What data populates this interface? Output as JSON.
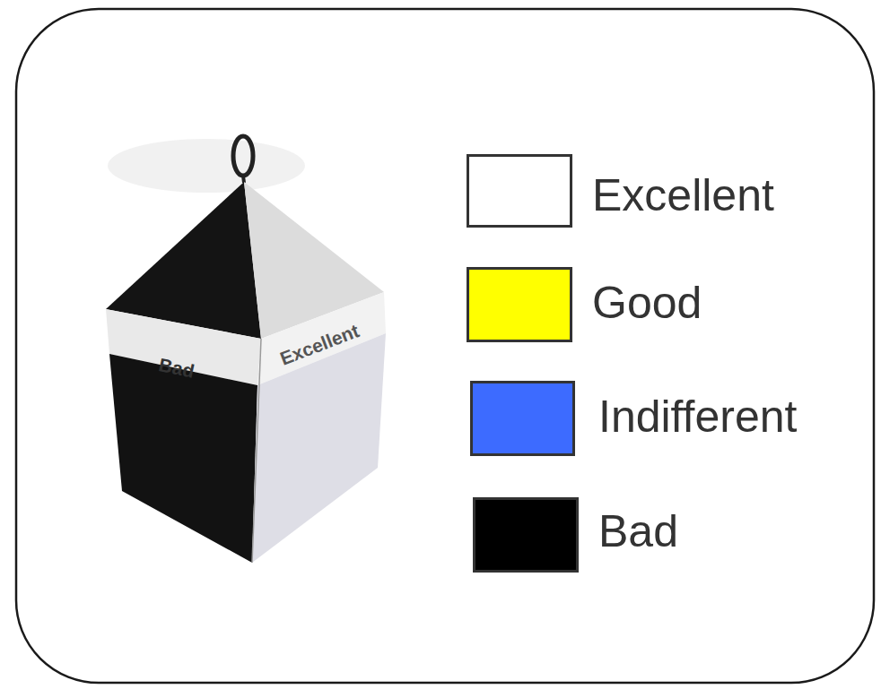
{
  "diagram": {
    "labels": [
      "Bad",
      "Excellent"
    ],
    "legend": [
      {
        "text": "Excellent",
        "color": "#ffffff"
      },
      {
        "text": "Good",
        "color": "#ffff00"
      },
      {
        "text": "Indifferent",
        "color": "#3d6bff"
      },
      {
        "text": "Bad",
        "color": "#000000"
      }
    ]
  }
}
